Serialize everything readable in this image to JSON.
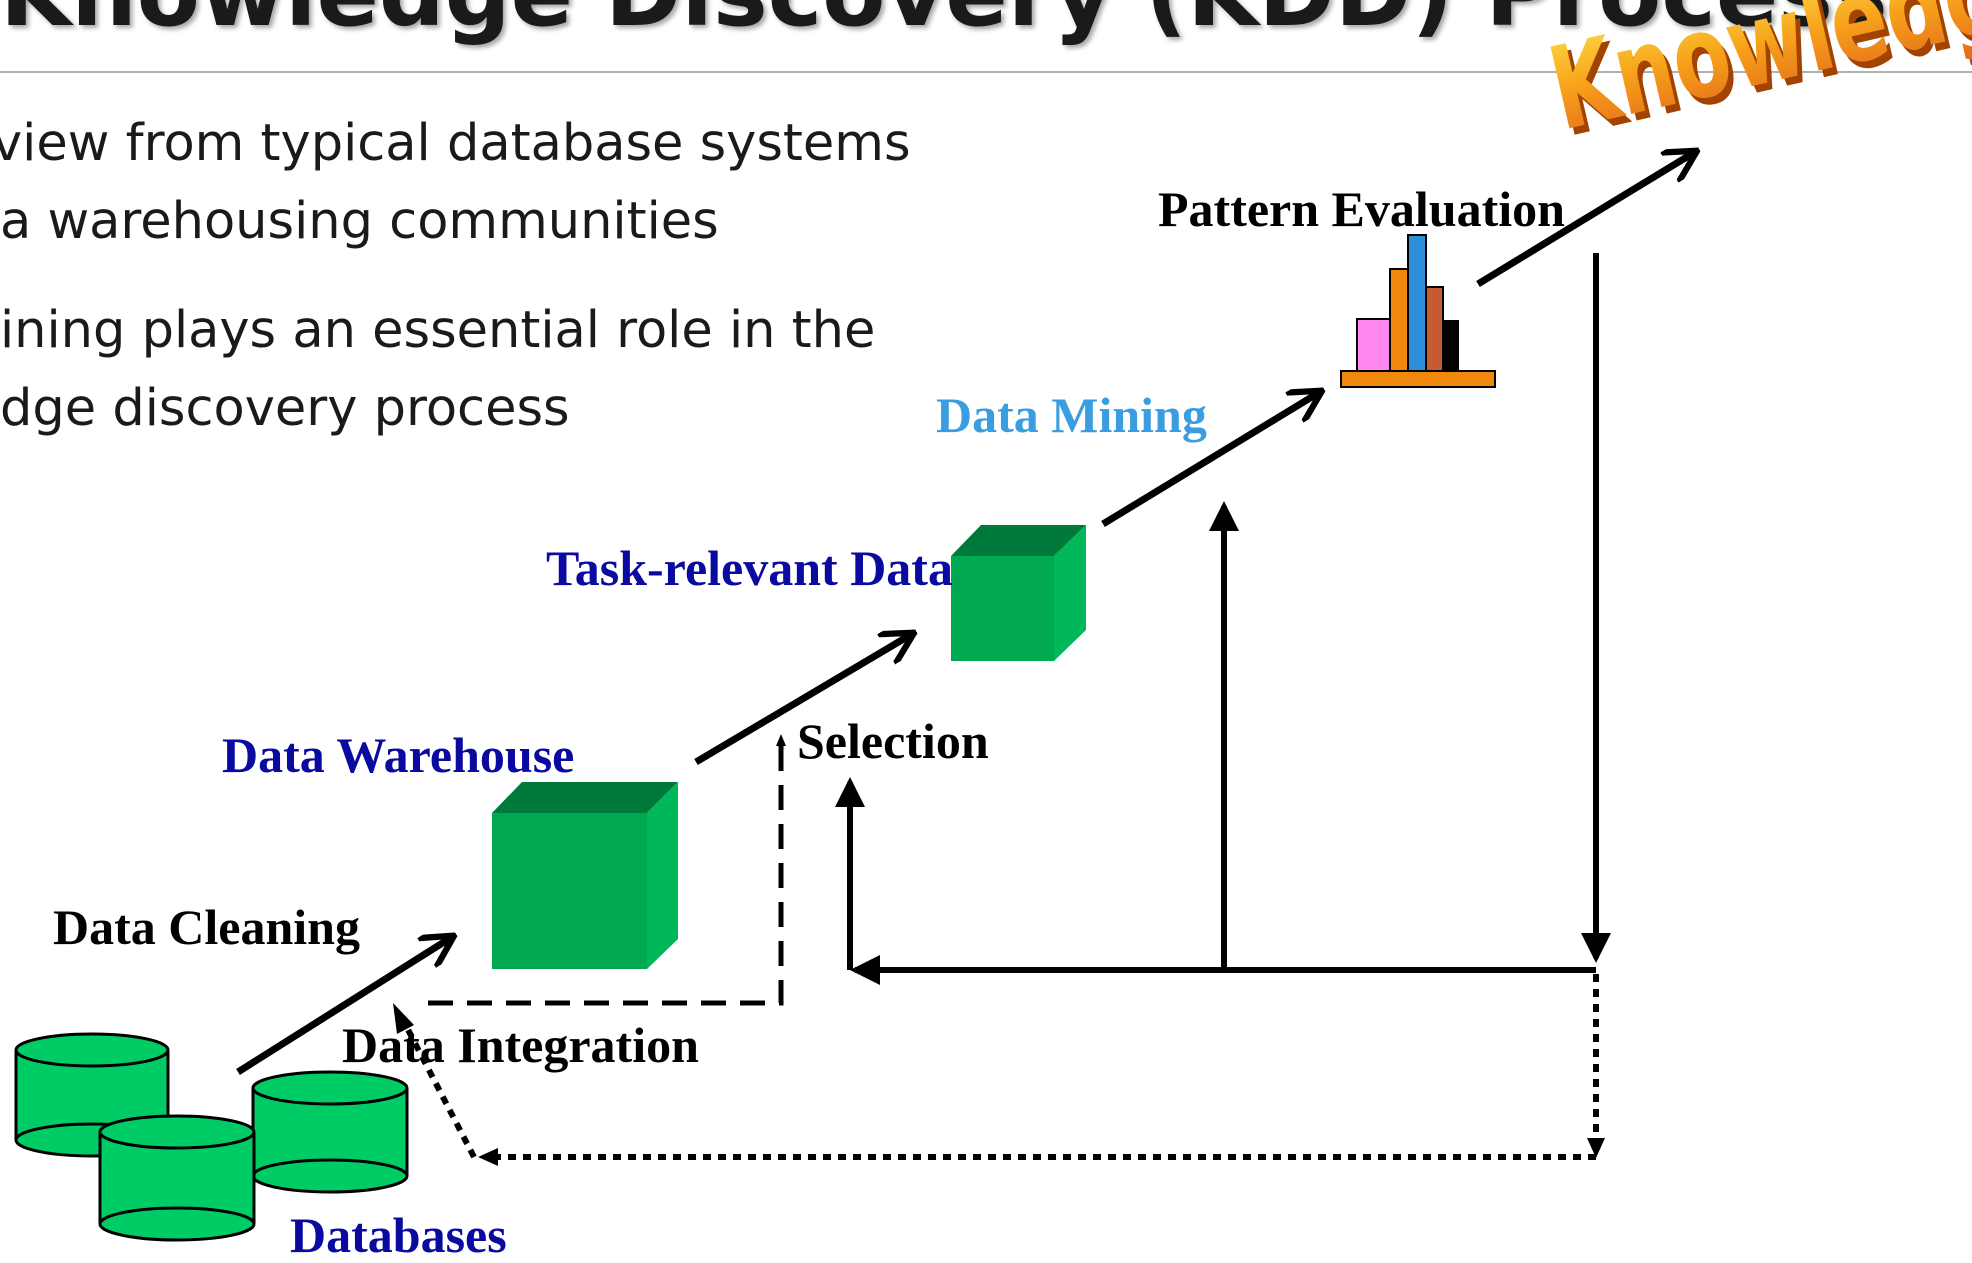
{
  "slide": {
    "title": "Knowledge Discovery (KDD) Process",
    "bullets": [
      "view from typical database systems",
      "a warehousing communities",
      "ining plays an essential role in the",
      "dge discovery process"
    ]
  },
  "diagram": {
    "knowledge_banner": "Knowledge",
    "labels": {
      "pattern_evaluation": "Pattern Evaluation",
      "data_mining": "Data Mining",
      "task_relevant_data": "Task-relevant Data",
      "selection": "Selection",
      "data_warehouse": "Data Warehouse",
      "data_cleaning": "Data Cleaning",
      "data_integration": "Data Integration",
      "databases": "Databases"
    },
    "colors": {
      "cube_front": "#00a850",
      "cube_top": "#007a3a",
      "cube_side": "#00b85a",
      "cylinder": "#00cc66",
      "label_black": "#000000",
      "label_navy": "#0a0aa0",
      "label_sky": "#3a9ddf",
      "knowledge_orange": "#f39c12"
    },
    "pattern_bars": [
      {
        "color": "#ff88ee",
        "height": 0.39
      },
      {
        "color": "#f0880e",
        "height": 0.75
      },
      {
        "color": "#2d8fd8",
        "height": 1.0
      },
      {
        "color": "#c85a30",
        "height": 0.62
      },
      {
        "color": "#000000",
        "height": 0.38
      }
    ]
  }
}
